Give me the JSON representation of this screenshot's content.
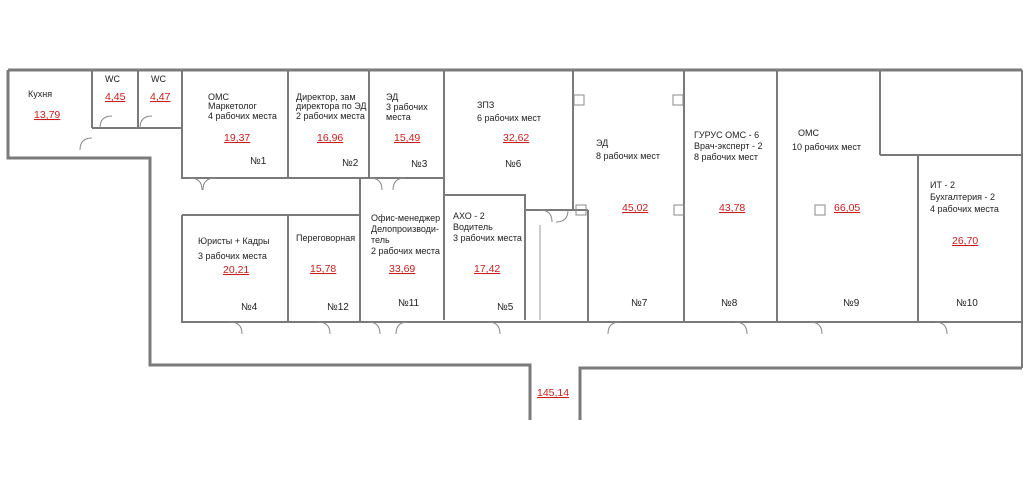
{
  "rooms": [
    {
      "id": "kitchen",
      "label_lines": [
        "Кухня"
      ],
      "area": "13,79",
      "number": ""
    },
    {
      "id": "wc1",
      "label_lines": [
        "WC"
      ],
      "area": "4,45",
      "number": ""
    },
    {
      "id": "wc2",
      "label_lines": [
        "WC"
      ],
      "area": "4,47",
      "number": ""
    },
    {
      "id": "r1",
      "label_lines": [
        "ОМС",
        "Маркетолог",
        "4 рабочих места"
      ],
      "area": "19,37",
      "number": "№1"
    },
    {
      "id": "r2",
      "label_lines": [
        "Директор, зам",
        "директора по ЭД",
        "2 рабочих места"
      ],
      "area": "16,96",
      "number": "№2"
    },
    {
      "id": "r3",
      "label_lines": [
        "ЭД",
        "3 рабочих",
        "места"
      ],
      "area": "15,49",
      "number": "№3"
    },
    {
      "id": "r6",
      "label_lines": [
        "ЗПЗ",
        "6 рабочих мест"
      ],
      "area": "32,62",
      "number": "№6"
    },
    {
      "id": "r7",
      "label_lines": [
        "ЭД",
        "8 рабочих мест"
      ],
      "area": "45,02",
      "number": "№7"
    },
    {
      "id": "r8",
      "label_lines": [
        "ГУРУС ОМС - 6",
        "Врач-эксперт - 2",
        "8 рабочих мест"
      ],
      "area": "43,78",
      "number": "№8"
    },
    {
      "id": "r9",
      "label_lines": [
        "ОМС",
        "10 рабочих мест"
      ],
      "area": "66,05",
      "number": "№9"
    },
    {
      "id": "r10",
      "label_lines": [
        "ИТ - 2",
        "Бухгалтерия - 2",
        "4 рабочих места"
      ],
      "area": "26,70",
      "number": "№10"
    },
    {
      "id": "r4",
      "label_lines": [
        "Юристы + Кадры",
        "3 рабочих места"
      ],
      "area": "20,21",
      "number": "№4"
    },
    {
      "id": "r12",
      "label_lines": [
        "Переговорная"
      ],
      "area": "15,78",
      "number": "№12"
    },
    {
      "id": "r11",
      "label_lines": [
        "Офис-менеджер",
        "Делопроизводи-",
        "тель",
        "2 рабочих места"
      ],
      "area": "33,69",
      "number": "№11"
    },
    {
      "id": "r5",
      "label_lines": [
        "АХО - 2",
        "Водитель",
        "3 рабочих места"
      ],
      "area": "17,42",
      "number": "№5"
    },
    {
      "id": "corridor",
      "label_lines": [],
      "area": "145,14",
      "number": ""
    }
  ],
  "colors": {
    "wall": "#7a7a7a",
    "area_text": "#c81e1e",
    "label_text": "#222222"
  }
}
